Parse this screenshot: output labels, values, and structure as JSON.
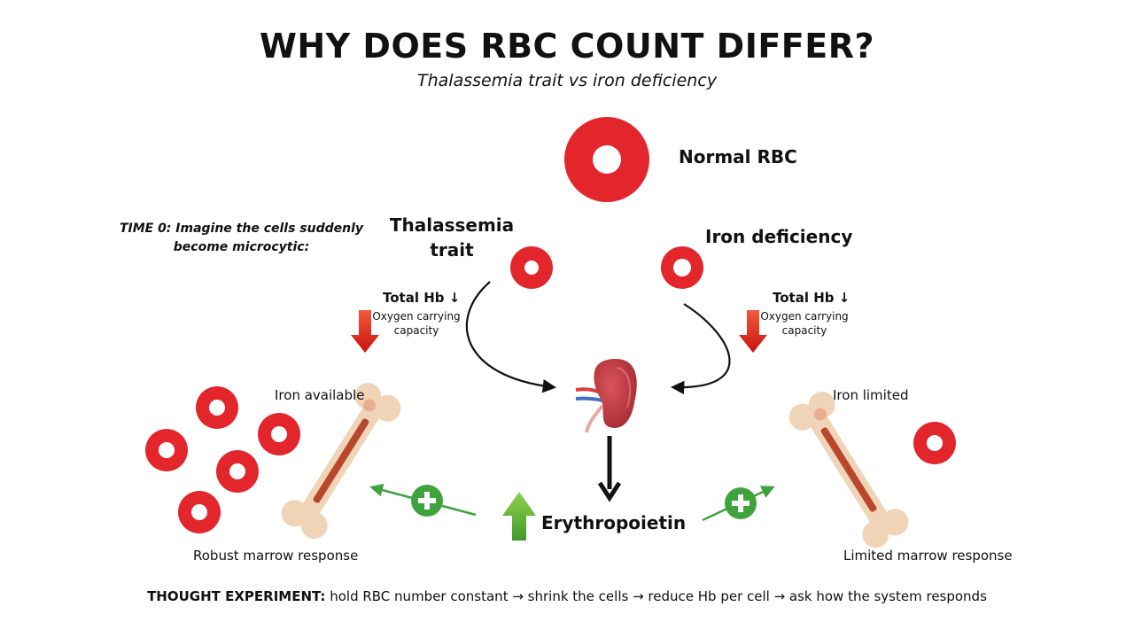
{
  "title": "WHY DOES RBC COUNT DIFFER?",
  "subtitle": "Thalassemia trait vs iron deficiency",
  "normal_rbc_label": "Normal RBC",
  "time0_note": "TIME 0: Imagine the cells suddenly become microcytic:",
  "left": {
    "condition": "Thalassemia trait",
    "hb_label": "Total Hb ↓",
    "hb_detail": "Oxygen carrying capacity",
    "iron_status": "Iron available",
    "marrow_response": "Robust marrow response"
  },
  "right": {
    "condition": "Iron deficiency",
    "hb_label": "Total Hb ↓",
    "hb_detail": "Oxygen carrying capacity",
    "iron_status": "Iron limited",
    "marrow_response": "Limited marrow response"
  },
  "center": {
    "hormone": "Erythropoietin"
  },
  "footer": {
    "lead": "THOUGHT EXPERIMENT:",
    "text": "hold RBC number constant → shrink the cells → reduce Hb per cell → ask how the system responds"
  },
  "colors": {
    "rbc_red": "#e3262b",
    "down_arrow_red": "#e02418",
    "plus_green": "#3fa33d",
    "up_arrow_green": "#5aac2e",
    "kidney": "#c0373f",
    "bone": "#efd4b8"
  }
}
